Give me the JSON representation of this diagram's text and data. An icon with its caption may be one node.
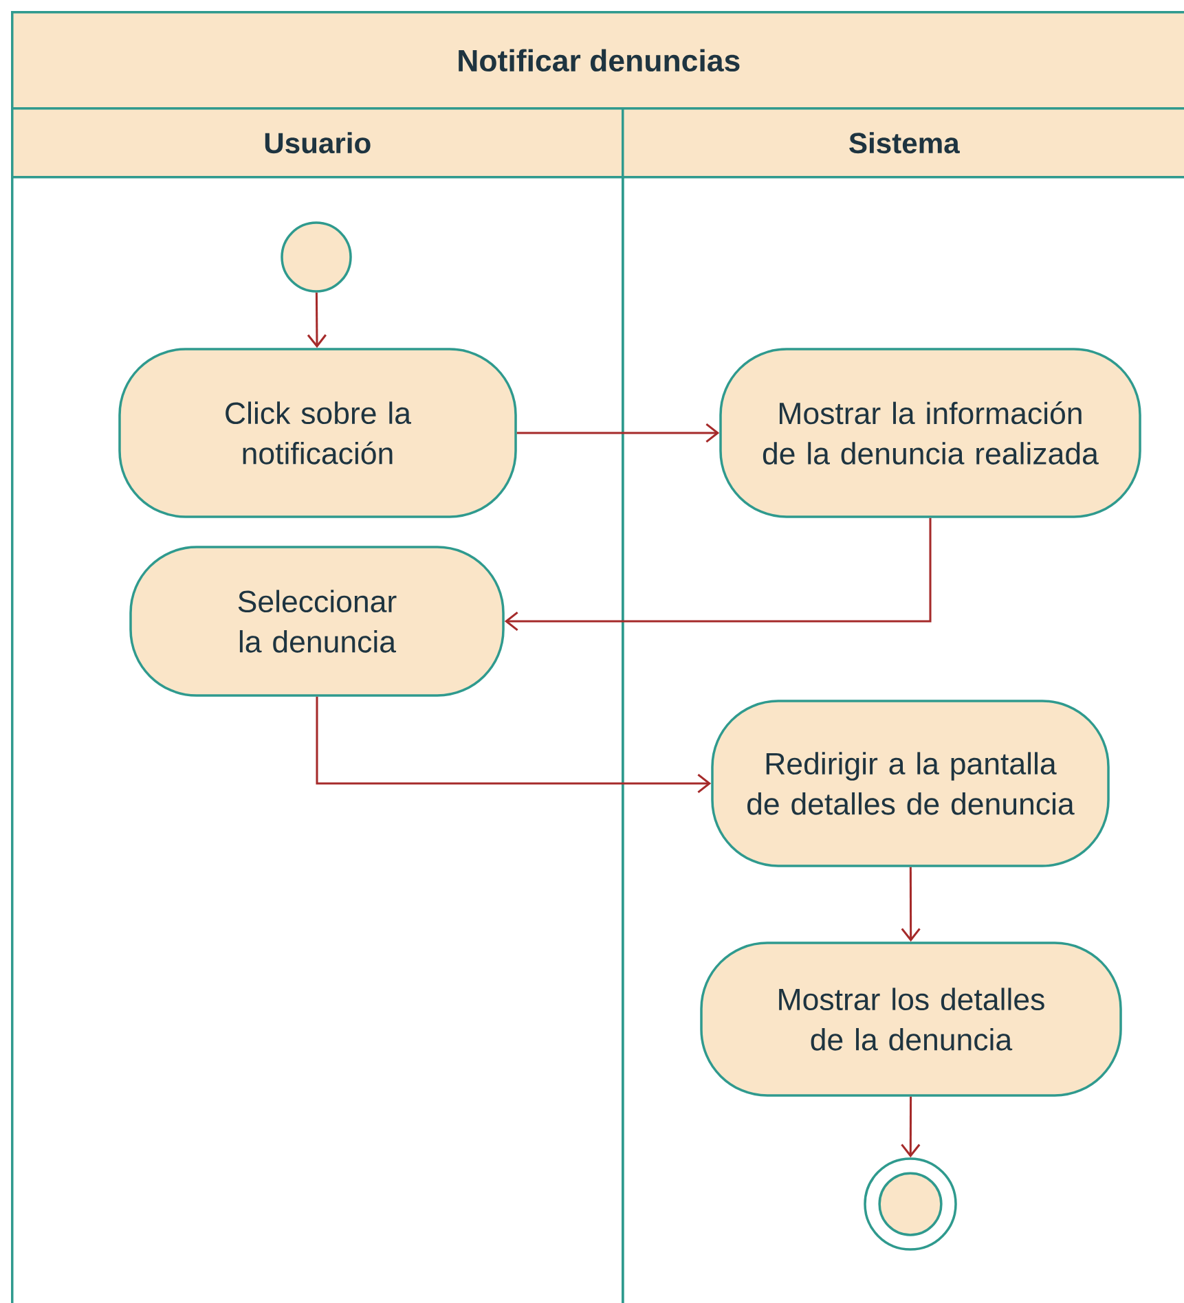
{
  "diagram": {
    "title": "Notificar denuncias",
    "nodes": [
      {
        "text": [
          "Usuario"
        ]
      },
      {
        "text": [
          "Sistema"
        ]
      },
      {
        "text": [],
        "shape": "circle",
        "in": 0
      },
      {
        "text": [
          "Click sobre la notificación"
        ],
        "in": 0
      },
      {
        "text": [
          "Mostrar la información de la denuncia realizada"
        ],
        "in": 1
      },
      {
        "text": [
          "Seleccionar la denuncia"
        ],
        "in": 0
      },
      {
        "text": [
          "Redirigir a la pantalla de detalles de denuncia"
        ],
        "in": 1
      },
      {
        "text": [
          "Mostrar los detalles de la denuncia"
        ],
        "in": 1
      },
      {
        "text": [],
        "shape": "circle",
        "in": 1
      }
    ],
    "edges": [
      {
        "from": 2,
        "to": 3,
        "arrow": "to"
      },
      {
        "from": 3,
        "to": 4,
        "arrow": "to"
      },
      {
        "from": 4,
        "to": 5,
        "arrow": "to"
      },
      {
        "from": 5,
        "to": 6,
        "arrow": "to"
      },
      {
        "from": 6,
        "to": 7,
        "arrow": "to"
      },
      {
        "from": 7,
        "to": 8,
        "arrow": "to"
      }
    ]
  }
}
